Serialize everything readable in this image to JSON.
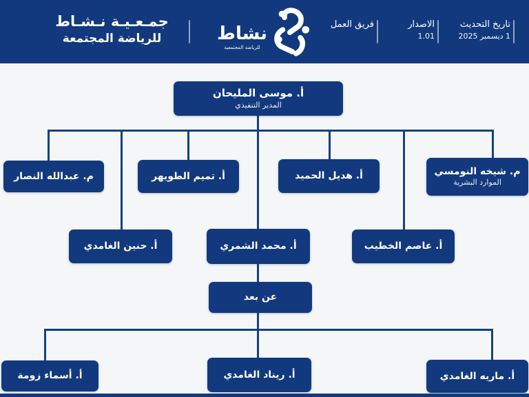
{
  "colors": {
    "navy": "#12397d",
    "line": "#15417f",
    "bg": "#f5f6f8"
  },
  "header": {
    "org_title_line1": "جمـعـيـة نـشـاط",
    "org_title_line2": "للرياضة المجتمعة",
    "logo": {
      "wordmark": "نشاط",
      "tagline": "للرياضة المجتمعية",
      "icon": "nashat-runner-logo-icon"
    },
    "fields": [
      {
        "label": "تاريخ التحديث",
        "value": "1 ديسمبر 2025"
      },
      {
        "label": "الاصدار",
        "value": "1.01"
      },
      {
        "label": "فريق العمل",
        "value": ""
      }
    ]
  },
  "chart_nodes": {
    "root": {
      "name": "أ. موسى المليحان",
      "role": "المدير التنفيذي"
    },
    "n1": {
      "name": "م. عبدالله النصار"
    },
    "n2": {
      "name": "أ. تميم الطويهر"
    },
    "n3": {
      "name": "أ. هديل الحميد"
    },
    "n4": {
      "name": "م. شيخه النومسي",
      "role": "الموارد البشرية"
    },
    "n5": {
      "name": "أ. حنين الغامدي"
    },
    "n6": {
      "name": "أ. محمد الشمري"
    },
    "n7": {
      "name": "أ. عاصم الخطيب"
    },
    "remote": {
      "name": "عن بعد"
    },
    "n8": {
      "name": "أ. أسماء زومة"
    },
    "n9": {
      "name": "أ. ريناد الغامدي"
    },
    "n10": {
      "name": "أ. ماريه الغامدي"
    }
  }
}
